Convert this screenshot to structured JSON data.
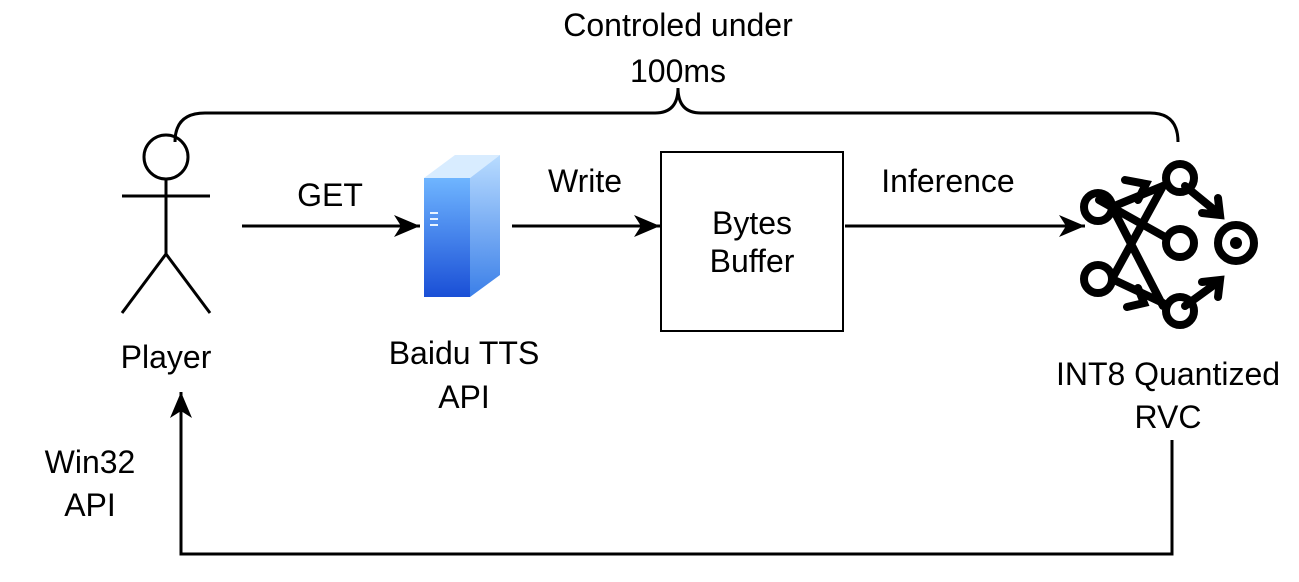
{
  "bracket": {
    "label_line1": "Controled under",
    "label_line2": "100ms"
  },
  "player": {
    "label": "Player",
    "icon": "stick-figure-icon"
  },
  "get_edge": {
    "label": "GET"
  },
  "server": {
    "label_line1": "Baidu TTS",
    "label_line2": "API",
    "icon": "server-icon",
    "color": "#2f8cf0"
  },
  "write_edge": {
    "label": "Write"
  },
  "buffer": {
    "label_line1": "Bytes",
    "label_line2": "Buffer"
  },
  "inference_edge": {
    "label": "Inference"
  },
  "model": {
    "label_line1": "INT8 Quantized",
    "label_line2": "RVC",
    "icon": "neural-network-icon"
  },
  "return_edge": {
    "label_line1": "Win32",
    "label_line2": "API"
  }
}
